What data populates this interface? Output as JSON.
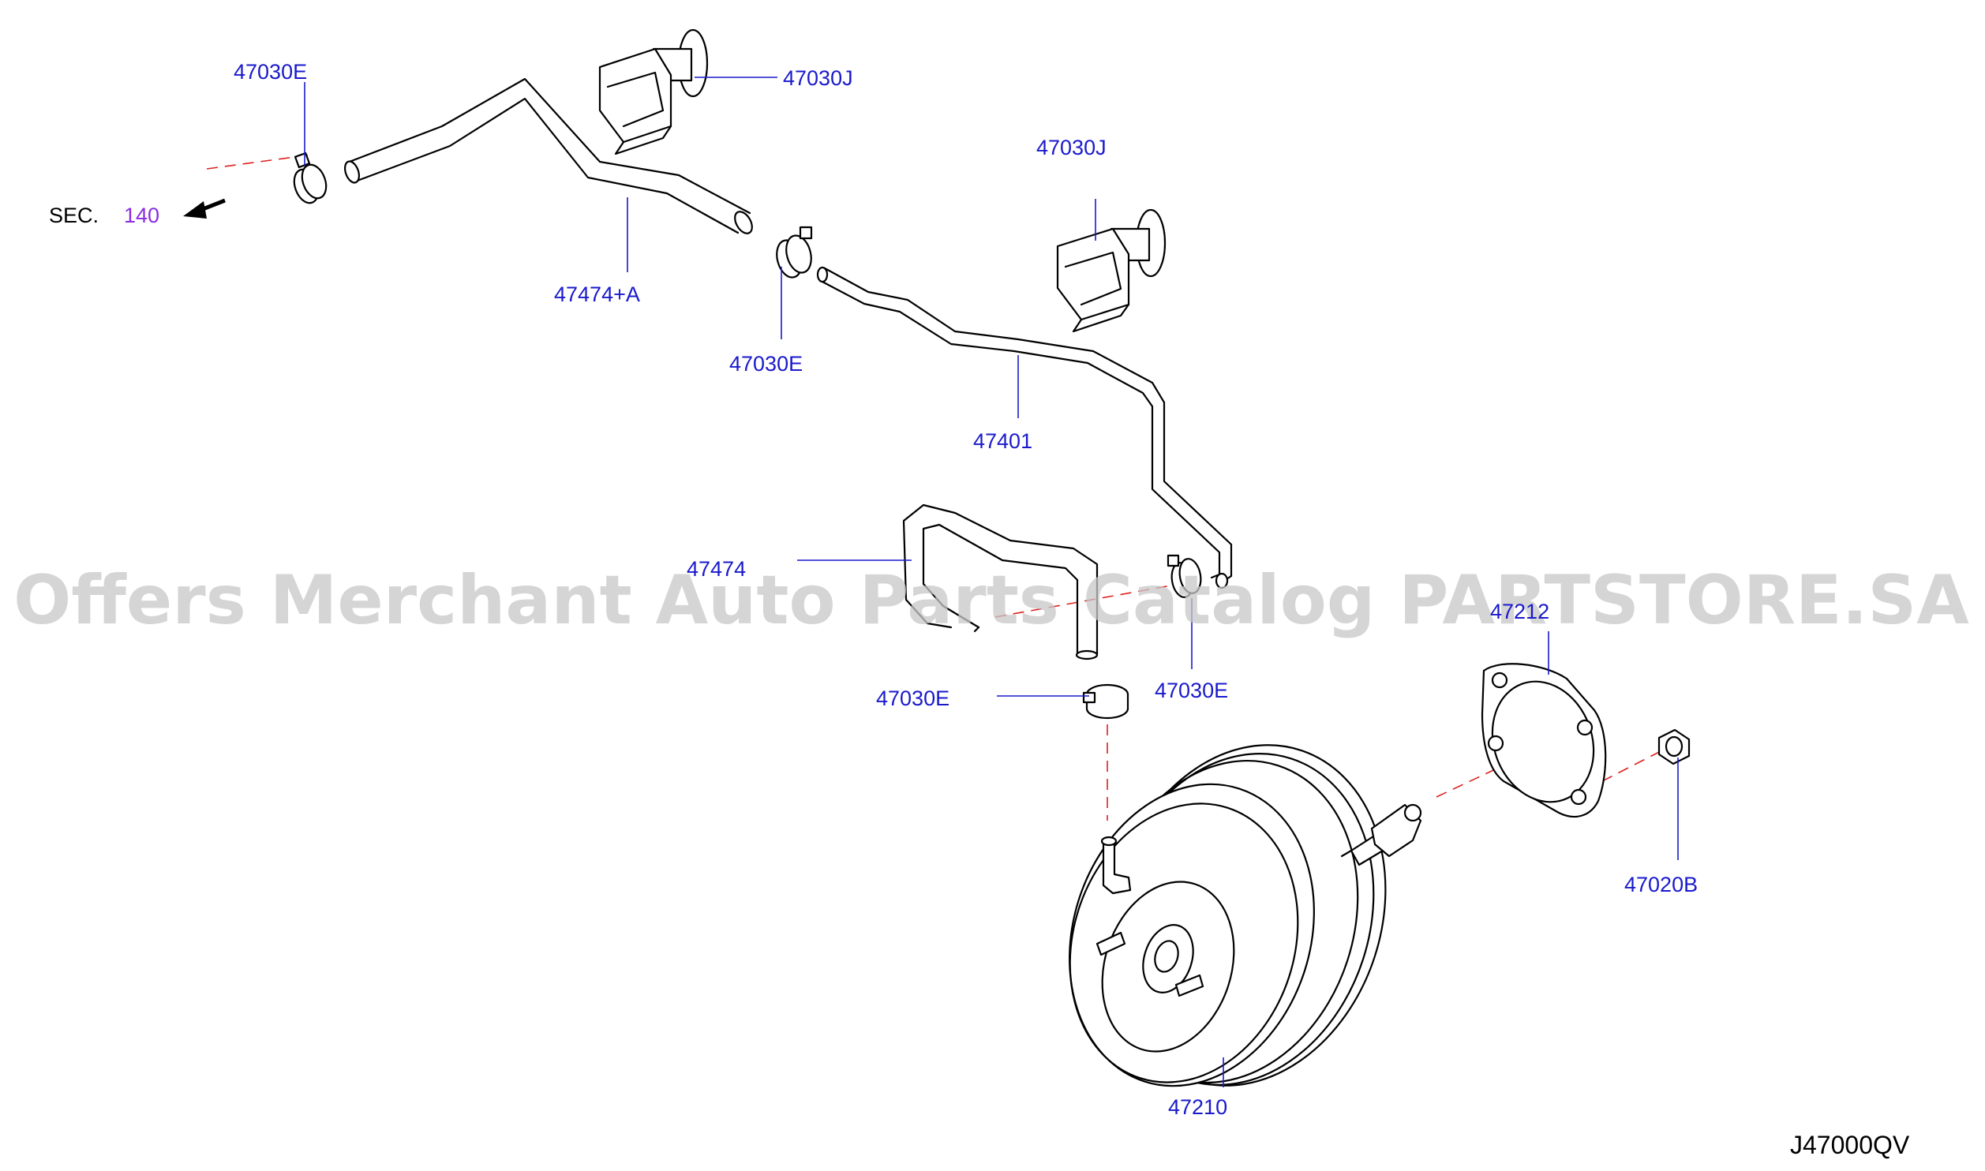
{
  "watermark": "Offers Merchant Auto Parts Catalog PARTSTORE.SA",
  "diagram_code": "J47000QV",
  "section_ref": {
    "prefix": "SEC.",
    "number": "140"
  },
  "parts": {
    "clamp_top_left": "47030E",
    "clip_top": "47030J",
    "hose_upper": "47474+A",
    "clamp_mid": "47030E",
    "clip_right": "47030J",
    "tube_main": "47401",
    "hose_lower": "47474",
    "clamp_lower_left": "47030E",
    "clamp_lower_right": "47030E",
    "gasket": "47212",
    "nut": "47020B",
    "booster": "47210"
  },
  "colors": {
    "label": "#1a1acc",
    "section_number": "#8a2be2",
    "dashed_line": "#e02020",
    "watermark": "#c8c8c8"
  }
}
